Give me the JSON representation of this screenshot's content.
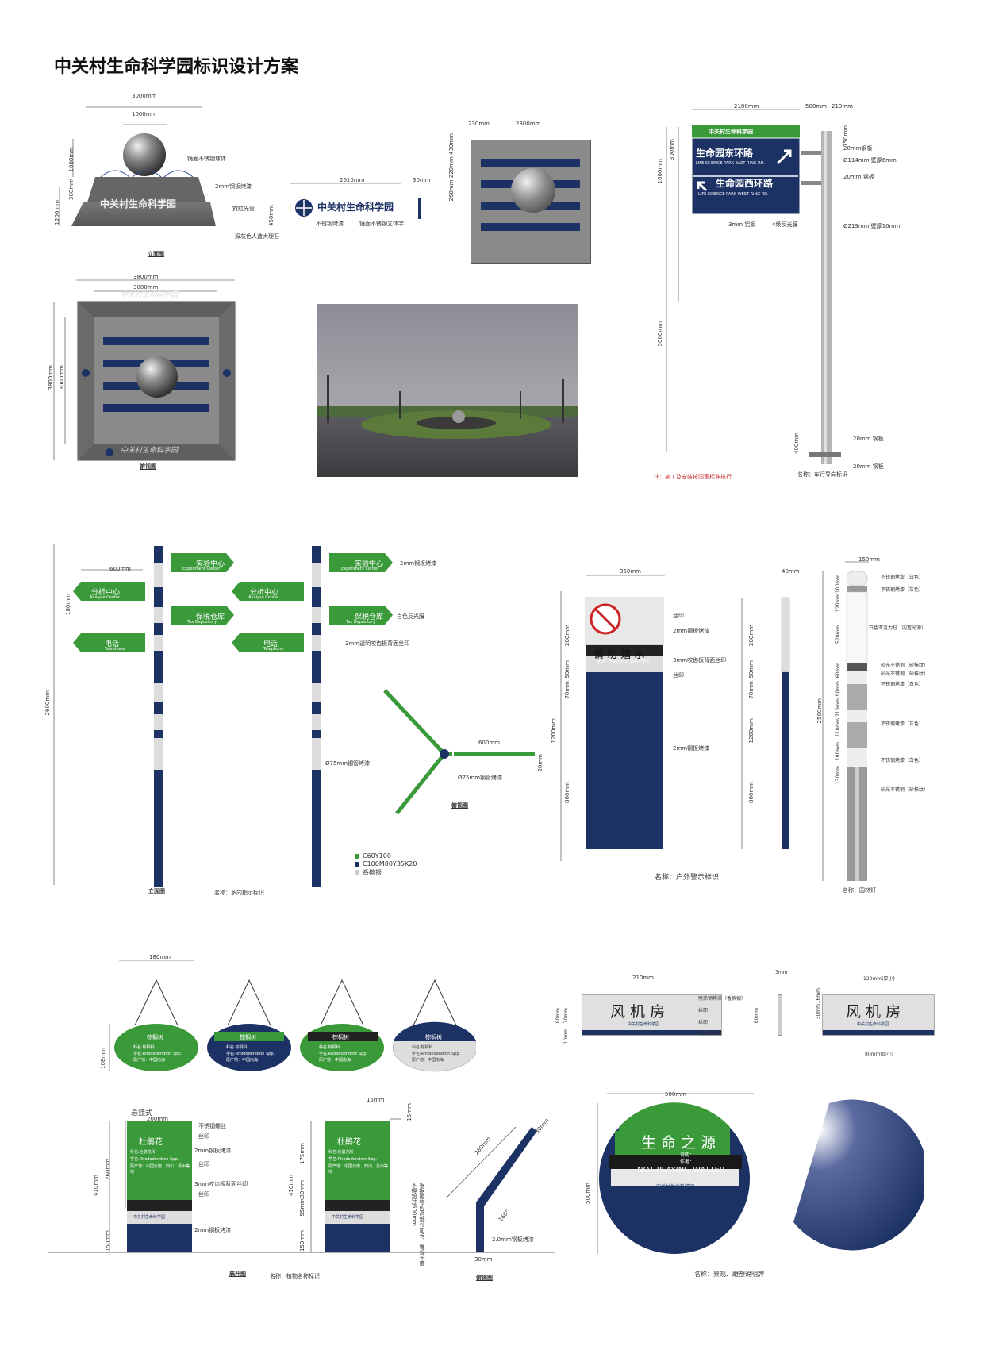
{
  "title": "中关村生命科学园标识设计方案",
  "colors": {
    "green": "#3a9a3a",
    "navy": "#1d3264",
    "silver": "#c8c8c8",
    "gray": "#8a8a8a"
  },
  "logo_text": "中关村生命科学园",
  "monument": {
    "dims": {
      "w3000": "3000mm",
      "w1000": "1000mm",
      "h1000": "1000mm",
      "h300": "300mm",
      "h1200": "1200mm"
    },
    "notes": {
      "ball": "镜面不锈钢球体",
      "plate": "2mm钢板烤漆",
      "neon": "霓虹光管",
      "stone": "深灰色人造大理石"
    },
    "label": "立面图"
  },
  "nameplate": {
    "dims": {
      "w2610": "2610mm",
      "w30": "30mm",
      "h450": "450mm"
    },
    "notes": {
      "a": "不锈钢烤漆",
      "b": "镜面不锈钢立体字"
    }
  },
  "topview_small": {
    "dims": {
      "w230": "230mm",
      "w2300": "2300mm",
      "h": "260mm 220mm 430mm"
    }
  },
  "plan": {
    "dims": {
      "w3800": "3800mm",
      "w3000": "3000mm",
      "h3800": "3800mm",
      "h3000": "3000mm"
    },
    "label": "俯视图"
  },
  "road_sign": {
    "dims": {
      "w2180": "2180mm",
      "w500": "500mm",
      "w219": "219mm",
      "h150": "150mm",
      "h300": "300mm",
      "h1600": "1600mm",
      "h5000": "5000mm",
      "h400": "400mm"
    },
    "line1_cn": "生命园东环路",
    "line1_en": "LIFE SCIENCE PARK EAST RING RD.",
    "line2_cn": "生命园西环路",
    "line2_en": "LIFE SCIENCE PARK WEST RING RD.",
    "notes": {
      "p20a": "20mm钢板",
      "p114": "Ø114mm  壁厚6mm",
      "p20b": "20mm 钢板",
      "p3": "3mm 铝板",
      "film": "4级反光膜",
      "p219": "Ø219mm  壁厚10mm",
      "p20c": "20mm 钢板",
      "p20d": "20mm 钢板"
    },
    "footnote": "注：施工及安装按国家标准执行",
    "name": "名称：车行导向标识"
  },
  "multi_sign": {
    "labels": [
      {
        "cn": "实验中心",
        "en": "Experiment Center"
      },
      {
        "cn": "分析中心",
        "en": "Analyse Center"
      },
      {
        "cn": "保税仓库",
        "en": "Tax Depository"
      },
      {
        "cn": "电话",
        "en": "Telephone"
      }
    ],
    "dims": {
      "w600": "600mm",
      "h180": "180mm",
      "h2600": "2600mm",
      "w600b": "600mm",
      "h20": "20mm"
    },
    "notes": {
      "steel": "2mm钢板烤漆",
      "film": "白色反光膜",
      "acrylic": "3mm透明咬齿板背面丝印",
      "pole": "Ø75mm钢管烤漆",
      "pole2": "Ø75mm钢管烤漆"
    },
    "label_elev": "立面图",
    "label_top": "俯视图",
    "name": "名称：多向指示标识",
    "legend": [
      "C60Y100",
      "C100M80Y35K20",
      "香槟银"
    ]
  },
  "warning": {
    "dims": {
      "w350": "350mm",
      "w40": "40mm",
      "h280": "280mm",
      "h50": "50mm",
      "h70": "70mm",
      "h1200": "1200mm",
      "h800": "800mm"
    },
    "cn": "请 勿 嬉 水",
    "en": "NOT PLAYING WATTER",
    "notes": {
      "print": "丝印",
      "steel": "2mm钢板烤漆",
      "acrylic": "3mm咬齿板背面丝印",
      "print2": "丝印",
      "steel2": "2mm钢板烤漆"
    },
    "name": "名称：户外警示标识"
  },
  "lamp": {
    "dims": {
      "w150": "150mm",
      "h2500": "2500mm",
      "h100": "100mm",
      "h120": "120mm",
      "h520": "520mm",
      "h60": "60mm",
      "h90": "90mm",
      "h210": "210mm",
      "h110": "110mm",
      "h190": "190mm",
      "h130": "130mm"
    },
    "notes": [
      "不锈钢烤漆（白色）",
      "不锈钢烤漆（灰色）",
      "白色亚克力柱（内置光源）",
      "砂光不锈钢（砂抹纹）",
      "砂光不锈钢（砂抹纹）",
      "不锈钢烤漆（白色）",
      "不锈钢烤漆（灰色）",
      "不锈钢烤漆（白色）",
      "砂光不锈钢（砂抹纹）"
    ],
    "name": "名称：园林灯"
  },
  "hanging": {
    "w": "180mm",
    "h": "108mm",
    "titles": [
      "棕榈树",
      "棕榈树",
      "棕榈树",
      "棕榈树"
    ],
    "lines": [
      "科名:棕榈科",
      "学名:Rhododendron Spp.",
      "原产地：中国南海"
    ]
  },
  "room_sign": {
    "text": "风 机 房",
    "dims": {
      "w210": "210mm",
      "h80": "80mm",
      "h70": "70mm",
      "h10": "10mm",
      "w3": "3mm",
      "w120": "120mm(厚小)",
      "w80": "80mm(厚小)",
      "h30": "30mm",
      "h16": "16mm"
    },
    "notes": [
      "喷涂钢烤漆（香槟银）",
      "丝印",
      "丝印",
      "喷涂钢烤漆"
    ]
  },
  "plant_sign": {
    "hang_label": "悬挂式",
    "title": "杜鹃花",
    "lines": [
      "科名:杜鹃花科",
      "学名:Rhododendron Spp.",
      "原产地：中国云南、四川、贵州等地"
    ],
    "dims": {
      "w200": "200mm",
      "h410": "410mm",
      "h260": "260mm",
      "h150": "150mm",
      "w15": "15mm",
      "h15": "15mm",
      "h175": "175mm",
      "h30": "30mm",
      "h55": "55mm",
      "h410b": "410mm",
      "h150b": "150mm",
      "w260": "260mm",
      "w30": "30mm",
      "w30b": "30mm",
      "a160": "160°"
    },
    "notes": {
      "screw": "不锈钢螺丝",
      "print": "丝印",
      "steel": "2mm钢板烤漆",
      "print2": "丝印",
      "acrylic": "3mm咬齿板背面丝印",
      "print3": "丝印",
      "steel2": "2mm钢板烤漆",
      "steel3": "2.0mm钢板烤漆",
      "note": "根据植物的高低可加长，埋设长度不得超过600mm"
    },
    "label_unfold": "展开图",
    "label_top": "俯视图",
    "name": "名称：植物名称标识"
  },
  "landscape": {
    "w500": "500mm",
    "h500": "500mm",
    "title": "生 命 之 源",
    "sub1": "说明：",
    "sub2": "作者：",
    "en": "NOT PLAYING WATTER",
    "name": "名称：景观、雕塑说明牌"
  }
}
